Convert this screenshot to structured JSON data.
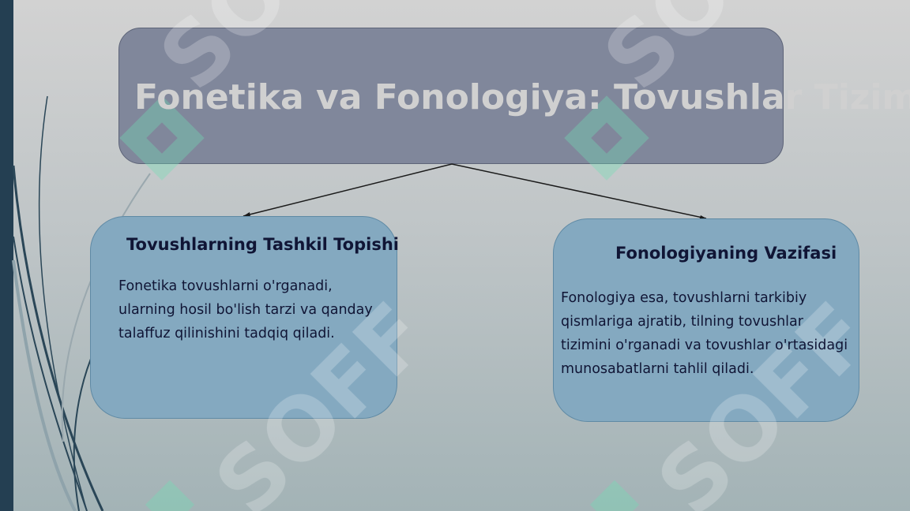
{
  "slide": {
    "title": "Fonetika va Fonologiya: Tovushlar Tizimi",
    "left_card": {
      "heading": "Tovushlarning Tashkil Topishi",
      "text": "Fonetika tovushlarni o'rganadi, ularning hosil bo'lish tarzi va qanday talaffuz qilinishini tadqiq qiladi."
    },
    "right_card": {
      "heading": "Fonologiyaning Vazifasi",
      "text": "Fonologiya esa, tovushlarni tarkibiy qismlariga ajratib, tilning tovushlar tizimini o'rganadi va tovushlar o'rtasidagi munosabatlarni tahlil qiladi."
    }
  },
  "watermark": {
    "text": "SOFF"
  },
  "colors": {
    "title_box": "#80879b",
    "card": "#84a9c0",
    "card_text": "#101535",
    "left_bar": "#243f52"
  }
}
